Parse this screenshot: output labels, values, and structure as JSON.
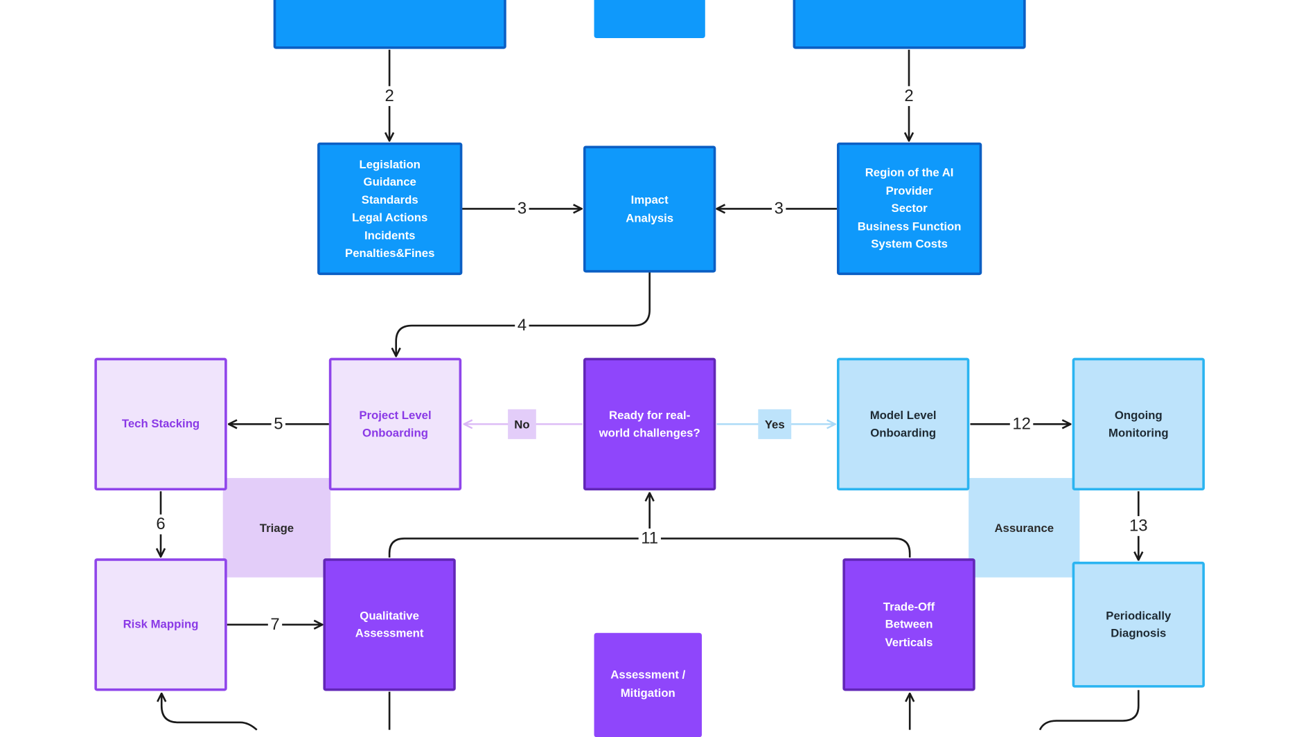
{
  "nodes": {
    "legislation": "Legislation\nGuidance\nStandards\nLegal Actions\nIncidents\nPenalties&Fines",
    "impact": "Impact\nAnalysis",
    "region": "Region of the AI\nProvider\nSector\nBusiness Function\nSystem Costs",
    "tech_stacking": "Tech Stacking",
    "project_onboarding": "Project Level\nOnboarding",
    "ready": "Ready for real-\nworld challenges?",
    "model_onboarding": "Model Level\nOnboarding",
    "ongoing_monitoring": "Ongoing\nMonitoring",
    "risk_mapping": "Risk Mapping",
    "qualitative": "Qualitative\nAssessment",
    "tradeoff": "Trade-Off\nBetween\nVerticals",
    "periodic": "Periodically\nDiagnosis",
    "assessment_mitigation": "Assessment /\nMitigation"
  },
  "sections": {
    "triage": "Triage",
    "assurance": "Assurance"
  },
  "decisions": {
    "no": "No",
    "yes": "Yes"
  },
  "edge_labels": {
    "e_top_left": "2",
    "e_top_right": "2",
    "e_leg_impact": "3",
    "e_region_impact": "3",
    "e_impact_project": "4",
    "e_project_tech": "5",
    "e_tech_risk": "6",
    "e_risk_qual": "7",
    "e_feedback": "11",
    "e_model_monitor": "12",
    "e_monitor_periodic": "13"
  },
  "colors": {
    "blue": "#0f99fb",
    "purple": "#8f46fb",
    "lavender": "#f0e4fc",
    "sky": "#bde3fb",
    "line": "#1a1a1a"
  }
}
